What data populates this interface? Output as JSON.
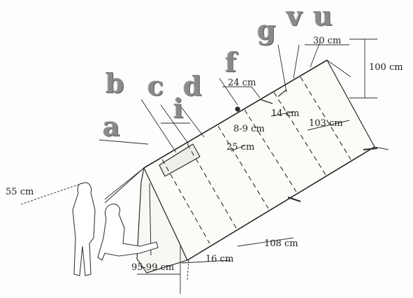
{
  "part_labels": {
    "a": "a",
    "b": "b",
    "c": "c",
    "d": "d",
    "i": "i",
    "f": "f",
    "g": "g",
    "v": "v",
    "u": "u"
  },
  "dimensions": {
    "w55": "55 cm",
    "h95_99": "95-99 cm",
    "w16": "16 cm",
    "l108": "108 cm",
    "w25": "25 cm",
    "w8_9": "8-9 cm",
    "w24": "24 cm",
    "w14": "14 cm",
    "l103": "103 cm",
    "w30": "30 cm",
    "h100": "100 cm"
  },
  "colors": {
    "ink": "#2a2a2a",
    "label_grey": "#8a8a8a",
    "paper": "#fdfdfb"
  }
}
